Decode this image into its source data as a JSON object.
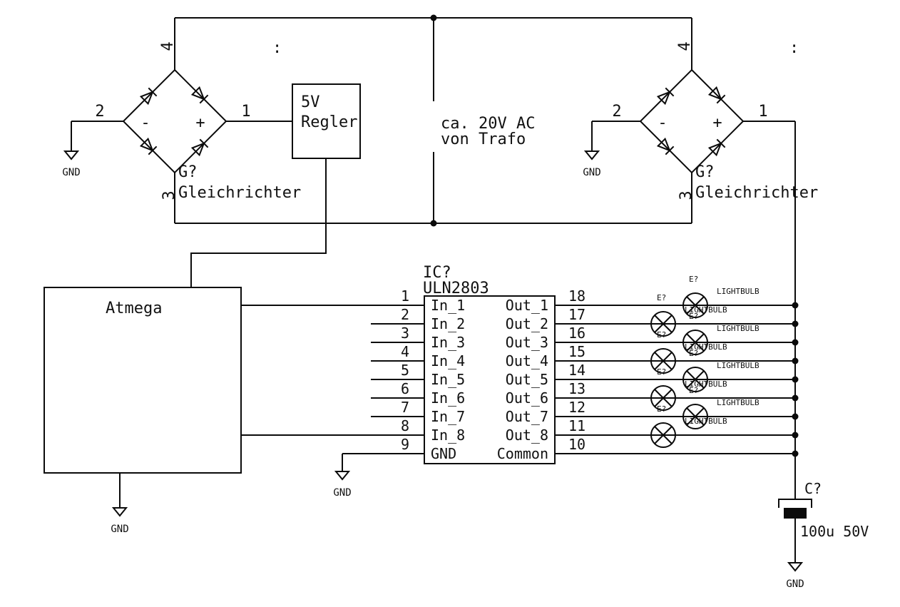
{
  "schematic": {
    "colors": {
      "ink": "#0b0b0b",
      "background": "#ffffff"
    },
    "gnd_label": "GND",
    "colon": ":",
    "ac_source": {
      "line1": "ca. 20V AC",
      "line2": "von Trafo"
    },
    "regulator": {
      "line1": "5V",
      "line2": "Regler"
    },
    "mcu": {
      "label": "Atmega"
    },
    "bridge_left": {
      "ref": "G?",
      "name": "Gleichrichter",
      "pin1": "1",
      "pin2": "2",
      "pin3": "3",
      "pin4": "4",
      "plus": "+",
      "minus": "-"
    },
    "bridge_right": {
      "ref": "G?",
      "name": "Gleichrichter",
      "pin1": "1",
      "pin2": "2",
      "pin3": "3",
      "pin4": "4",
      "plus": "+",
      "minus": "-"
    },
    "ic": {
      "ref": "IC?",
      "part": "ULN2803",
      "rows": [
        {
          "left_num": "1",
          "left_name": "In_1",
          "right_num": "18",
          "right_name": "Out_1"
        },
        {
          "left_num": "2",
          "left_name": "In_2",
          "right_num": "17",
          "right_name": "Out_2"
        },
        {
          "left_num": "3",
          "left_name": "In_3",
          "right_num": "16",
          "right_name": "Out_3"
        },
        {
          "left_num": "4",
          "left_name": "In_4",
          "right_num": "15",
          "right_name": "Out_4"
        },
        {
          "left_num": "5",
          "left_name": "In_5",
          "right_num": "14",
          "right_name": "Out_5"
        },
        {
          "left_num": "6",
          "left_name": "In_6",
          "right_num": "13",
          "right_name": "Out_6"
        },
        {
          "left_num": "7",
          "left_name": "In_7",
          "right_num": "12",
          "right_name": "Out_7"
        },
        {
          "left_num": "8",
          "left_name": "In_8",
          "right_num": "11",
          "right_name": "Out_8"
        },
        {
          "left_num": "9",
          "left_name": "GND",
          "right_num": "10",
          "right_name": "Common"
        }
      ]
    },
    "bulb": {
      "ref": "E?",
      "label": "LIGHTBULB"
    },
    "capacitor": {
      "ref": "C?",
      "value": "100u 50V"
    }
  }
}
